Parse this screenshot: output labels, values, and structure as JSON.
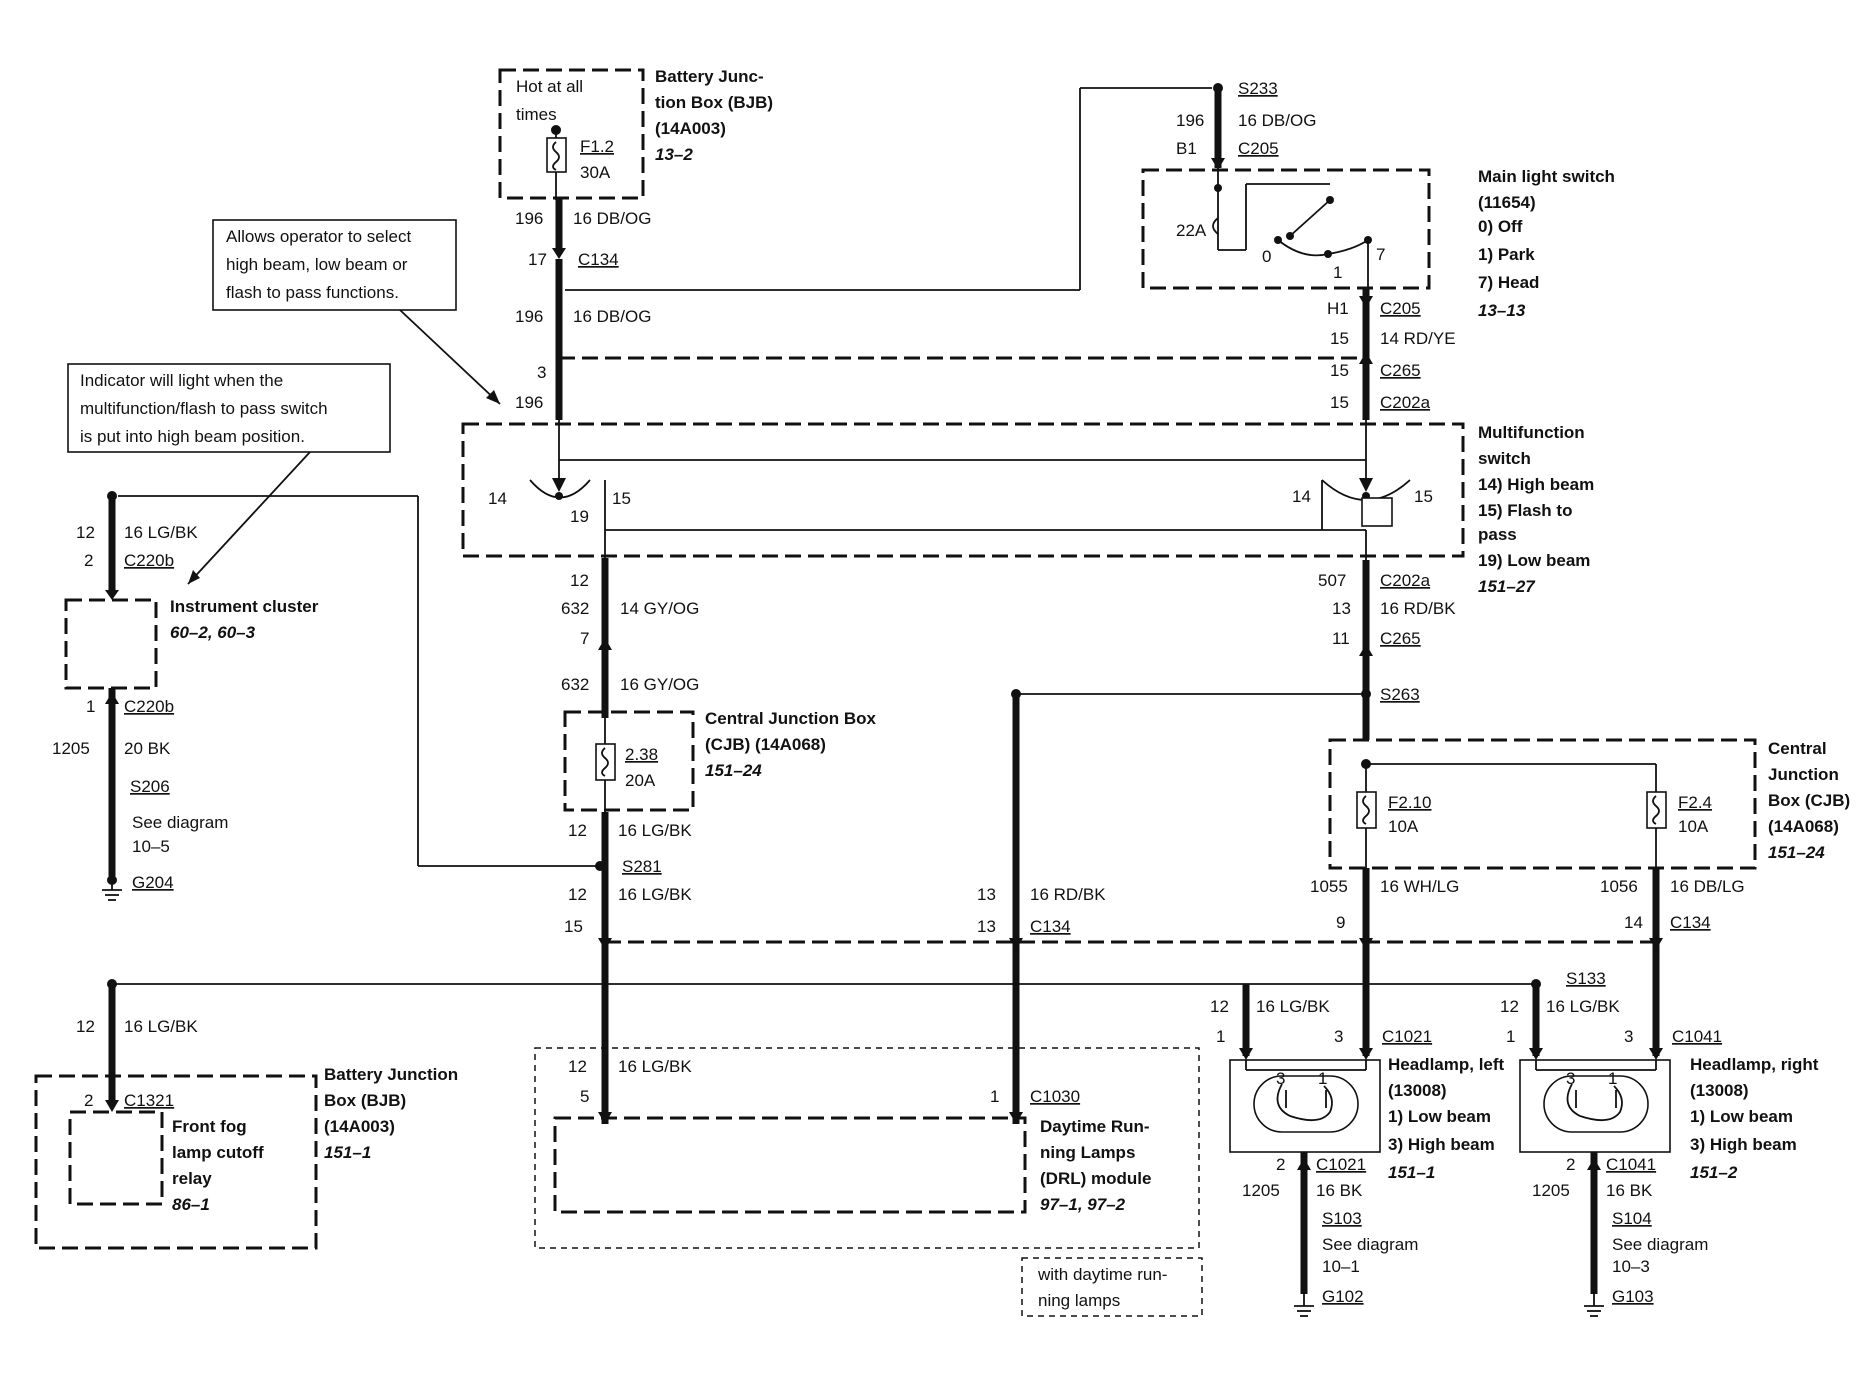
{
  "notes": {
    "beam_select": [
      "Allows operator to select",
      "high beam, low beam or",
      "flash to pass functions."
    ],
    "indicator": [
      "Indicator will light when the",
      "multifunction/flash to pass switch",
      "is put into high beam position."
    ],
    "drl_option": [
      "with daytime run-",
      "ning lamps"
    ]
  },
  "bjb_top": {
    "title": [
      "Battery Junc-",
      "tion Box (BJB)",
      "(14A003)"
    ],
    "ref": "13–2",
    "hot": [
      "Hot at all",
      "times"
    ],
    "fuse_id": "F1.2",
    "fuse_rating": "30A"
  },
  "main_switch": {
    "title": [
      "Main light switch",
      "(11654)"
    ],
    "positions": [
      "0)   Off",
      "1)   Park",
      "7)   Head"
    ],
    "ref": "13–13",
    "splice": "S233",
    "circuit_in": "196",
    "wire_in": "16 DB/OG",
    "pin_in": "B1",
    "conn_in": "C205",
    "int_pin": "22A",
    "pos0": "0",
    "pos1": "1",
    "pos7": "7",
    "pin_out": "H1",
    "conn_out": "C205"
  },
  "multifunction": {
    "title": [
      "Multifunction",
      "switch"
    ],
    "positions": [
      "14) High beam",
      "15) Flash to",
      "     pass",
      "19) Low beam"
    ],
    "ref": "151–27",
    "pin14": "14",
    "pin15": "15",
    "pin19": "19"
  },
  "left_column": {
    "c196a": "196",
    "w196a": "16 DB/OG",
    "pin17": "17",
    "c134a": "C134",
    "c196b": "196",
    "w196b": "16 DB/OG",
    "pin3": "3",
    "c196c": "196",
    "pin12": "12",
    "c632a": "632",
    "w632a": "14 GY/OG",
    "pin7": "7",
    "c632b": "632",
    "w632b": "16 GY/OG"
  },
  "right_column": {
    "c15a": "15",
    "w15a": "14 RD/YE",
    "c15b": "15",
    "c265a": "C265",
    "c15c": "15",
    "c202a_top": "C202a",
    "c507": "507",
    "c202a_bot": "C202a",
    "pin13": "13",
    "w13": "16 RD/BK",
    "pin11": "11",
    "c265b": "C265",
    "s263": "S263"
  },
  "cjb_left": {
    "title": [
      "Central Junction Box",
      "(CJB) (14A068)"
    ],
    "ref": "151–24",
    "fuse_id": "2.38",
    "fuse_rating": "20A"
  },
  "cjb_right": {
    "title": [
      "Central",
      "Junction",
      "Box (CJB)",
      "(14A068)"
    ],
    "ref": "151–24",
    "fuse1_id": "F2.10",
    "fuse1_rating": "10A",
    "fuse2_id": "F2.4",
    "fuse2_rating": "10A"
  },
  "cluster": {
    "title": "Instrument cluster",
    "ref": "60–2, 60–3",
    "c12": "12",
    "w12": "16 LG/BK",
    "pin2": "2",
    "conn_top": "C220b",
    "pin1": "1",
    "conn_bot": "C220b",
    "c1205": "1205",
    "w1205": "20 BK",
    "splice": "S206",
    "see": [
      "See diagram",
      "10–5"
    ],
    "ground": "G204"
  },
  "lower": {
    "c12_s281": "12",
    "w12_s281": "16 LG/BK",
    "s281": "S281",
    "c12b": "12",
    "w12b": "16 LG/BK",
    "pin15": "15",
    "c13": "13",
    "w13": "16 RD/BK",
    "pin13": "13",
    "c134": "C134",
    "c1055": "1055",
    "w1055": "16 WH/LG",
    "pin9": "9",
    "c1056": "1056",
    "w1056": "16 DB/LG",
    "pin14": "14",
    "c134r": "C134",
    "s133": "S133"
  },
  "fog_relay": {
    "bjb_title": [
      "Battery Junction",
      "Box (BJB)",
      "(14A003)"
    ],
    "bjb_ref": "151–1",
    "title": [
      "Front fog",
      "lamp cutoff",
      "relay"
    ],
    "ref": "86–1",
    "c12": "12",
    "w12": "16 LG/BK",
    "pin2": "2",
    "conn": "C1321"
  },
  "drl": {
    "title": [
      "Daytime Run-",
      "ning Lamps",
      "(DRL) module"
    ],
    "ref": "97–1, 97–2",
    "c12": "12",
    "w12": "16 LG/BK",
    "pin5": "5",
    "pin1": "1",
    "conn": "C1030"
  },
  "headlamp_left": {
    "title": [
      "Headlamp, left",
      "(13008)"
    ],
    "beams": [
      "1)   Low beam",
      "3)   High beam"
    ],
    "ref": "151–1",
    "c12": "12",
    "w12": "16 LG/BK",
    "pin1": "1",
    "pin3": "3",
    "conn": "C1021",
    "bulb3": "3",
    "bulb1": "1",
    "pin2": "2",
    "conn_bot": "C1021",
    "c1205": "1205",
    "w1205": "16 BK",
    "splice": "S103",
    "see": [
      "See diagram",
      "10–1"
    ],
    "ground": "G102"
  },
  "headlamp_right": {
    "title": [
      "Headlamp, right",
      "(13008)"
    ],
    "beams": [
      "1)   Low beam",
      "3)   High beam"
    ],
    "ref": "151–2",
    "c12": "12",
    "w12": "16 LG/BK",
    "pin1": "1",
    "pin3": "3",
    "conn": "C1041",
    "bulb3": "3",
    "bulb1": "1",
    "pin2": "2",
    "conn_bot": "C1041",
    "c1205": "1205",
    "w1205": "16 BK",
    "splice": "S104",
    "see": [
      "See diagram",
      "10–3"
    ],
    "ground": "G103"
  }
}
